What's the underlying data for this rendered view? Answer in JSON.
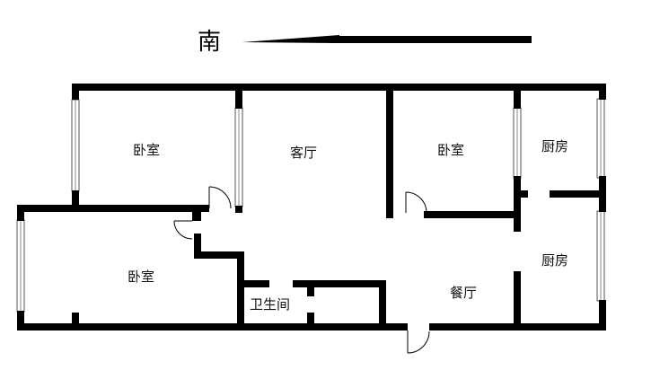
{
  "compass": {
    "label": "南",
    "arrow_icon": "north-arrow-icon"
  },
  "rooms": [
    {
      "id": "bedroom-top-left",
      "label": "卧室"
    },
    {
      "id": "living-room",
      "label": "客厅"
    },
    {
      "id": "bedroom-top-right",
      "label": "卧室"
    },
    {
      "id": "kitchen-top",
      "label": "厨房"
    },
    {
      "id": "bedroom-bottom-left",
      "label": "卧室"
    },
    {
      "id": "bathroom",
      "label": "卫生间"
    },
    {
      "id": "dining-room",
      "label": "餐厅"
    },
    {
      "id": "kitchen-bottom",
      "label": "厨房"
    }
  ],
  "colors": {
    "wall": "#000000",
    "background": "#ffffff"
  }
}
